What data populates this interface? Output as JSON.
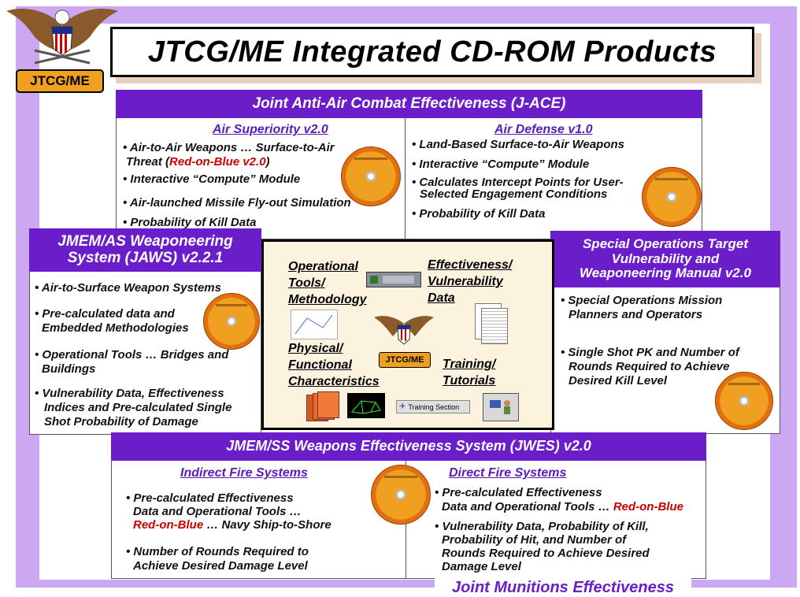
{
  "logo": {
    "text": "JTCG/ME"
  },
  "title": "JTCG/ME Integrated CD-ROM Products",
  "jace": {
    "header": "Joint Anti-Air Combat Effectiveness (J-ACE)",
    "left": {
      "title": "Air Superiority v2.0",
      "item1_a": "• Air-to-Air Weapons … Surface-to-Air",
      "item1_b": "Threat (",
      "item1_red": "Red-on-Blue v2.0",
      "item1_c": ")",
      "item2": "• Interactive “Compute” Module",
      "item3": "• Air-launched Missile Fly-out Simulation",
      "item4": "• Probability of Kill Data"
    },
    "right": {
      "title": "Air Defense v1.0",
      "item1": "• Land-Based Surface-to-Air Weapons",
      "item2": "• Interactive “Compute” Module",
      "item3_a": "• Calculates Intercept Points for User-",
      "item3_b": "Selected Engagement Conditions",
      "item4": "• Probability of Kill Data"
    }
  },
  "jaws": {
    "header_a": "JMEM/AS Weaponeering",
    "header_b": "System (JAWS) v2.2.1",
    "item1": "• Air-to-Surface Weapon Systems",
    "item2_a": "• Pre-calculated data and",
    "item2_b": "Embedded Methodologies",
    "item3_a": "• Operational Tools … Bridges and",
    "item3_b": "Buildings",
    "item4_a": "• Vulnerability Data, Effectiveness",
    "item4_b": "Indices and Pre-calculated Single",
    "item4_c": "Shot Probability of Damage"
  },
  "special_ops": {
    "header_a": "Special Operations Target",
    "header_b": "Vulnerability and",
    "header_c": "Weaponeering Manual v2.0",
    "item1_a": "• Special Operations Mission",
    "item1_b": "Planners and Operators",
    "item2_a": "• Single Shot PK and Number of",
    "item2_b": "Rounds Required to Achieve",
    "item2_c": "Desired Kill Level"
  },
  "center": {
    "op_a": "Operational",
    "op_b": "Tools/",
    "op_c": "Methodology",
    "eff_a": "Effectiveness/",
    "eff_b": "Vulnerability",
    "eff_c": "Data",
    "phys_a": "Physical/",
    "phys_b": "Functional",
    "phys_c": "Characteristics",
    "train_a": "Training/",
    "train_b": "Tutorials",
    "training_section": "Training Section",
    "logo_text": "JTCG/ME"
  },
  "jwes": {
    "header": "JMEM/SS Weapons Effectiveness System (JWES) v2.0",
    "left": {
      "title": "Indirect Fire Systems",
      "item1_a": "• Pre-calculated Effectiveness",
      "item1_b": "Data and Operational Tools …",
      "item1_red": "Red-on-Blue",
      "item1_c": " … Navy Ship-to-Shore",
      "item2_a": "• Number of Rounds Required to",
      "item2_b": "Achieve Desired Damage Level"
    },
    "right": {
      "title": "Direct Fire Systems",
      "item1_a": "• Pre-calculated Effectiveness",
      "item1_b": "Data and Operational Tools … ",
      "item1_red": "Red-on-Blue",
      "item2_a": "• Vulnerability Data, Probability of Kill,",
      "item2_b": "Probability of Hit, and Number of",
      "item2_c": "Rounds Required to Achieve Desired",
      "item2_d": "Damage Level"
    }
  },
  "footer": "Joint Munitions Effectiveness",
  "colors": {
    "band": "#6a1dc9",
    "frame": "#cda8f2",
    "red": "#c80000",
    "cd": "#f0a020"
  }
}
